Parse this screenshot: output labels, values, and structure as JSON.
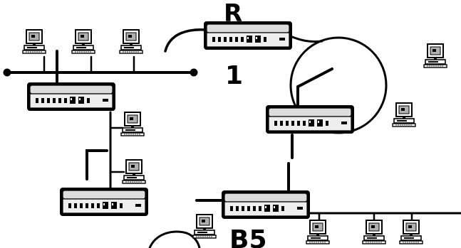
{
  "labels": {
    "router_a": "R",
    "network_1": "1",
    "network_b5": "B5"
  },
  "colors": {
    "ink": "#000000",
    "hub_body": "#dcdcdc",
    "screen": "#b0b0b0",
    "background": "#ffffff"
  },
  "icons": {
    "hub": "hub-icon",
    "workstation": "workstation-icon"
  }
}
